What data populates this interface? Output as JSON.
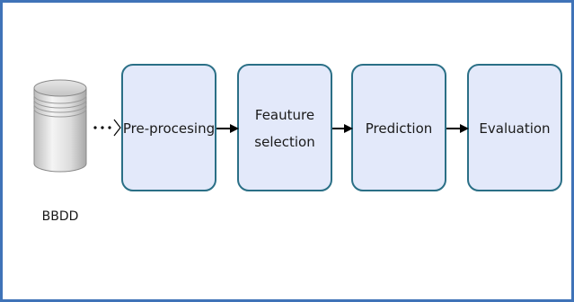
{
  "diagram": {
    "database": {
      "label": "BBDD"
    },
    "steps": [
      {
        "lines": [
          "Pre-procesing"
        ]
      },
      {
        "lines": [
          "Feauture",
          "selection"
        ]
      },
      {
        "lines": [
          "Prediction"
        ]
      },
      {
        "lines": [
          "Evaluation"
        ]
      }
    ],
    "colors": {
      "frame_border": "#3f73b8",
      "box_fill": "#e3e9fa",
      "box_border": "#2a6f86",
      "arrow": "#000000"
    }
  }
}
